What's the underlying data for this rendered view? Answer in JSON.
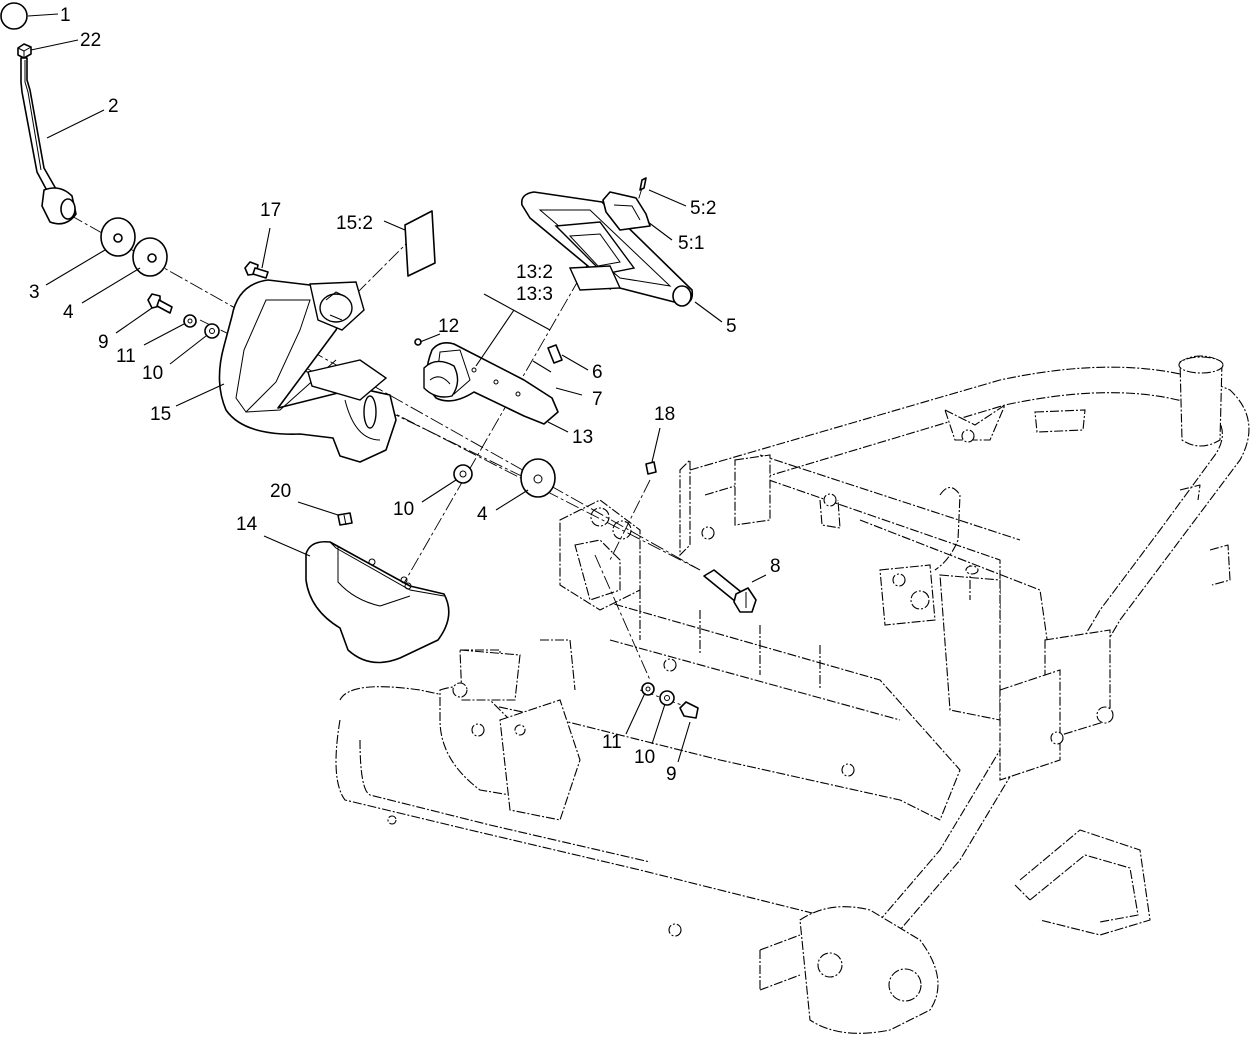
{
  "callouts": {
    "c1": "1",
    "c22": "22",
    "c2": "2",
    "c3": "3",
    "c4a": "4",
    "c9a": "9",
    "c11a": "11",
    "c10a": "10",
    "c15": "15",
    "c17": "17",
    "c15_2": "15:2",
    "c5_2": "5:2",
    "c5_1": "5:1",
    "c5": "5",
    "c13_2": "13:2",
    "c13_3": "13:3",
    "c12": "12",
    "c6": "6",
    "c7": "7",
    "c13": "13",
    "c18": "18",
    "c10b": "10",
    "c4b": "4",
    "c20": "20",
    "c14": "14",
    "c8": "8",
    "c11b": "11",
    "c10c": "10",
    "c9b": "9"
  }
}
